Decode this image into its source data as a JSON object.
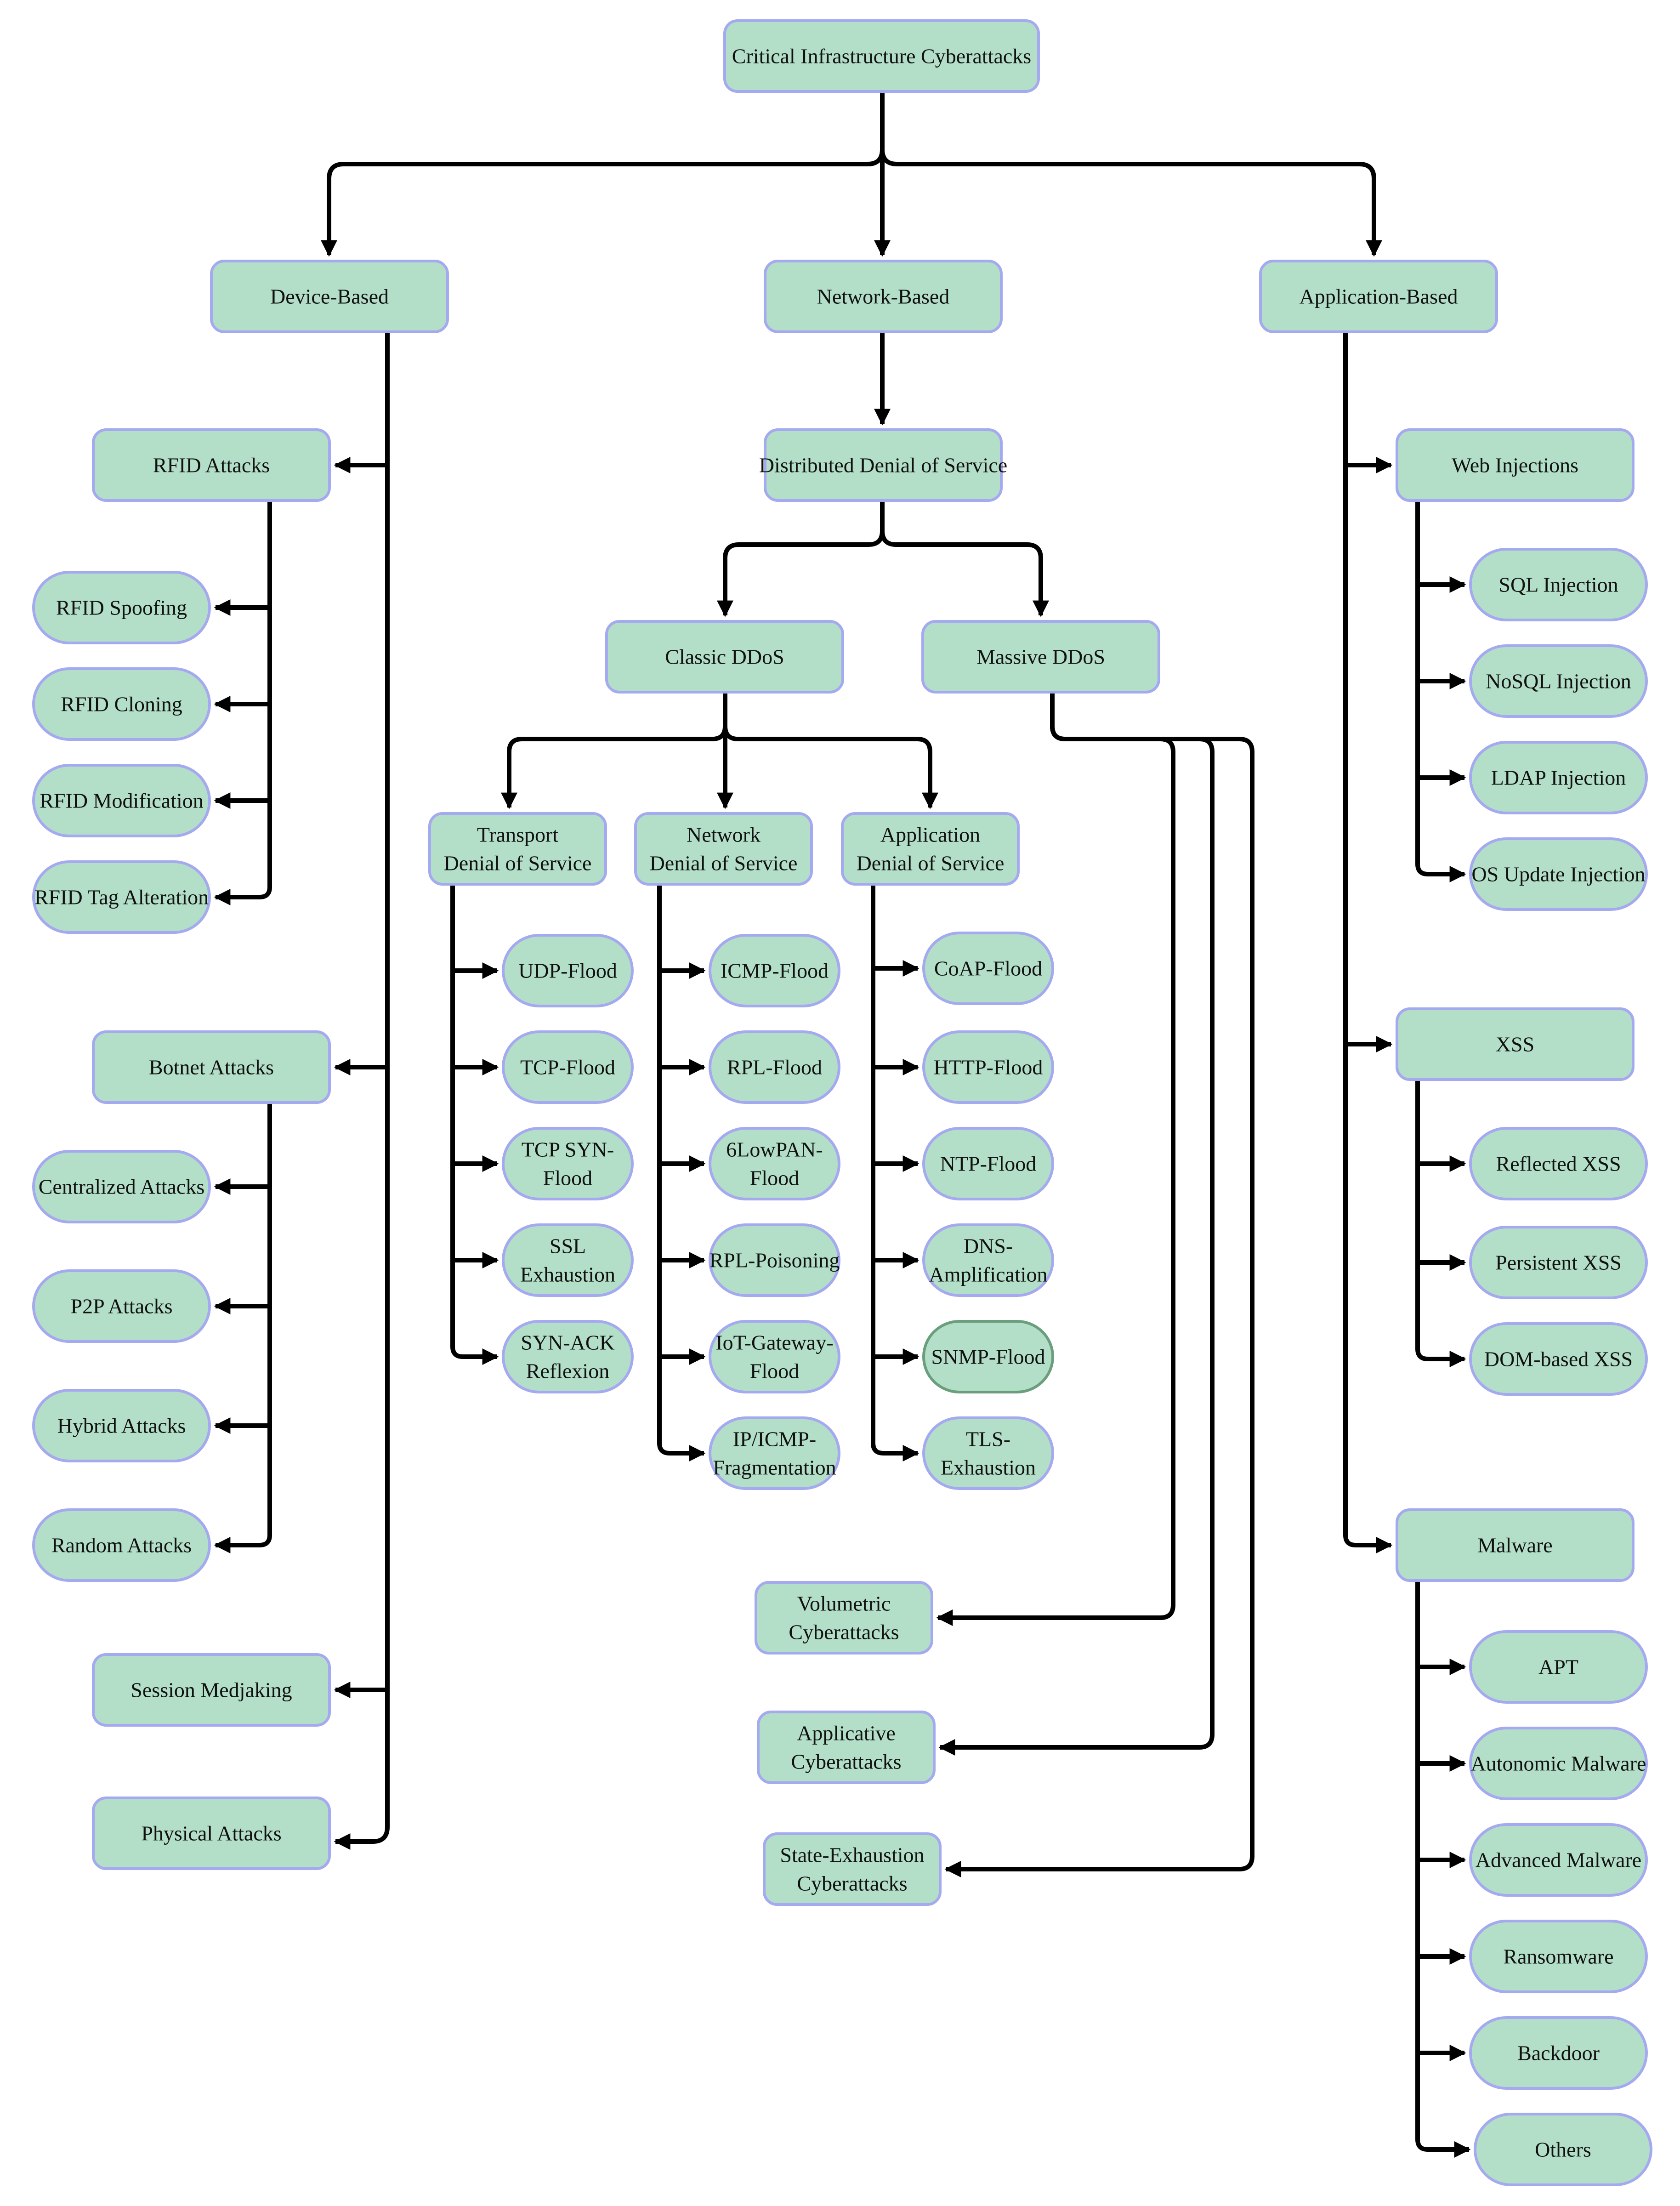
{
  "title": "Critical Infrastructure Cyberattacks",
  "colors": {
    "node_fill": "#b3dfc8",
    "node_border": "#a5a9ef",
    "line": "#000000"
  },
  "nodes": {
    "root": [
      "Critical Infrastructure Cyberattacks"
    ],
    "device_based": [
      "Device-Based"
    ],
    "network_based": [
      "Network-Based"
    ],
    "application_based": [
      "Application-Based"
    ],
    "rfid_attacks": [
      "RFID Attacks"
    ],
    "rfid_spoofing": [
      "RFID Spoofing"
    ],
    "rfid_cloning": [
      "RFID Cloning"
    ],
    "rfid_modification": [
      "RFID Modification"
    ],
    "rfid_tag_alteration": [
      "RFID Tag Alteration"
    ],
    "botnet_attacks": [
      "Botnet Attacks"
    ],
    "centralized_attacks": [
      "Centralized Attacks"
    ],
    "p2p_attacks": [
      "P2P Attacks"
    ],
    "hybrid_attacks": [
      "Hybrid Attacks"
    ],
    "random_attacks": [
      "Random Attacks"
    ],
    "session_medjaking": [
      "Session Medjaking"
    ],
    "physical_attacks": [
      "Physical Attacks"
    ],
    "ddos": [
      "Distributed Denial of Service"
    ],
    "classic_ddos": [
      "Classic DDoS"
    ],
    "massive_ddos": [
      "Massive DDoS"
    ],
    "transport_dos": [
      "Transport",
      "Denial of Service"
    ],
    "network_dos": [
      "Network",
      "Denial of Service"
    ],
    "application_dos": [
      "Application",
      "Denial of Service"
    ],
    "udp_flood": [
      "UDP-Flood"
    ],
    "tcp_flood": [
      "TCP-Flood"
    ],
    "tcp_syn_flood": [
      "TCP SYN-",
      "Flood"
    ],
    "ssl_exhaustion": [
      "SSL",
      "Exhaustion"
    ],
    "syn_ack_reflexion": [
      "SYN-ACK",
      "Reflexion"
    ],
    "icmp_flood": [
      "ICMP-Flood"
    ],
    "rpl_flood": [
      "RPL-Flood"
    ],
    "sixlowpan_flood": [
      "6LowPAN-",
      "Flood"
    ],
    "rpl_poisoning": [
      "RPL-Poisoning"
    ],
    "iot_gateway_flood": [
      "IoT-Gateway-",
      "Flood"
    ],
    "ip_icmp_fragmentation": [
      "IP/ICMP-",
      "Fragmentation"
    ],
    "coap_flood": [
      "CoAP-Flood"
    ],
    "http_flood": [
      "HTTP-Flood"
    ],
    "ntp_flood": [
      "NTP-Flood"
    ],
    "dns_amplification": [
      "DNS-",
      "Amplification"
    ],
    "snmp_flood": [
      "SNMP-Flood"
    ],
    "tls_exhaustion": [
      "TLS-",
      "Exhaustion"
    ],
    "volumetric": [
      "Volumetric",
      "Cyberattacks"
    ],
    "applicative": [
      "Applicative",
      "Cyberattacks"
    ],
    "state_exhaustion": [
      "State-Exhaustion",
      "Cyberattacks"
    ],
    "web_injections": [
      "Web Injections"
    ],
    "sql_injection": [
      "SQL Injection"
    ],
    "nosql_injection": [
      "NoSQL Injection"
    ],
    "ldap_injection": [
      "LDAP Injection"
    ],
    "os_update_injection": [
      "OS Update Injection"
    ],
    "xss": [
      "XSS"
    ],
    "reflected_xss": [
      "Reflected XSS"
    ],
    "persistent_xss": [
      "Persistent XSS"
    ],
    "dom_xss": [
      "DOM-based XSS"
    ],
    "malware": [
      "Malware"
    ],
    "apt": [
      "APT"
    ],
    "autonomic_malware": [
      "Autonomic Malware"
    ],
    "advanced_malware": [
      "Advanced Malware"
    ],
    "ransomware": [
      "Ransomware"
    ],
    "backdoor": [
      "Backdoor"
    ],
    "others": [
      "Others"
    ]
  }
}
